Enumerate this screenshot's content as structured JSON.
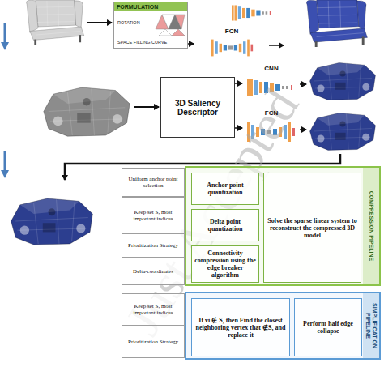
{
  "diagram": {
    "nodes": [
      {
        "text": [
          "FORMULATION",
          "ROTATION",
          "SPACE FILLING CURVE"
        ]
      },
      {
        "text": [
          "FCN"
        ]
      },
      {
        "text": [
          "3D Saliency Descriptor"
        ]
      },
      {
        "text": [
          "CNN"
        ]
      },
      {
        "text": [
          "FCN"
        ]
      },
      {
        "text": [
          "Uniform anchor point selection"
        ]
      },
      {
        "text": [
          "Keep set S, most important indices"
        ]
      },
      {
        "text": [
          "Prioritization Strategy"
        ]
      },
      {
        "text": [
          "Delta-coordinates"
        ]
      },
      {
        "text": [
          "COMPRESSION PIPELINE"
        ]
      },
      {
        "text": [
          "Anchor point quantization"
        ],
        "in": 9
      },
      {
        "text": [
          "Delta point quantization"
        ],
        "in": 9
      },
      {
        "text": [
          "Connectivity compression using the edge breaker algorithm"
        ],
        "in": 9
      },
      {
        "text": [
          "Solve the sparse linear system to reconstruct the compressed 3D model"
        ],
        "in": 9
      },
      {
        "text": [
          "Keep set S, most important indices"
        ]
      },
      {
        "text": [
          "Prioritization Strategy"
        ]
      },
      {
        "text": [
          "SIMPLIFICATION PIPELINE"
        ]
      },
      {
        "text": [
          "If vi ∉ S, then Find the closest neighboring vertex that ∉S, and replace it"
        ],
        "in": 16
      },
      {
        "text": [
          "Perform half edge collapse"
        ],
        "in": 16
      }
    ],
    "edges": [
      {
        "from": 0,
        "to": 1,
        "arrow": "to"
      },
      {
        "from": 2,
        "to": 3,
        "arrow": "to"
      },
      {
        "from": 2,
        "to": 4,
        "arrow": "to"
      }
    ],
    "labels": [
      "Just Accepted"
    ]
  }
}
